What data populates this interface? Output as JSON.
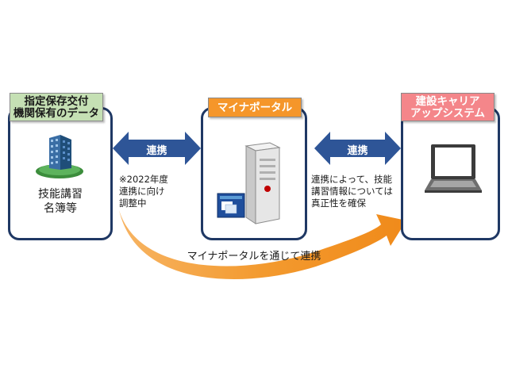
{
  "left_box": {
    "title_lines": [
      "指定保存交付",
      "機関保有のデータ"
    ],
    "content_lines": [
      "技能講習",
      "名簿等"
    ],
    "title_color": "#c5e0b4"
  },
  "center_box": {
    "title": "マイナポータル",
    "title_color": "#f5962a"
  },
  "right_box": {
    "title_lines": [
      "建設キャリア",
      "アップシステム"
    ],
    "title_color": "#f4868a"
  },
  "left_arrow": {
    "label": "連携",
    "note_lines": [
      "※2022年度",
      "連携に向け",
      "調整中"
    ]
  },
  "right_arrow": {
    "label": "連携",
    "note_lines": [
      "連携によって、技能",
      "講習情報については",
      "真正性を確保"
    ]
  },
  "curved_arrow": {
    "label": "マイナポータルを通じて連携",
    "color": "#f39a2f"
  },
  "icons": [
    "building-icon",
    "server-icon",
    "laptop-icon"
  ],
  "colors": {
    "panel_border": "#1f3864",
    "link_arrow": "#2e5597"
  }
}
